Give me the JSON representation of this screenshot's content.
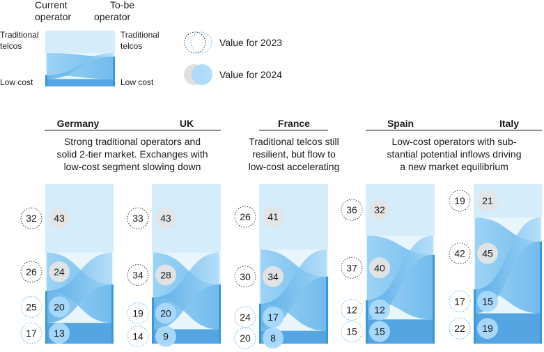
{
  "legend": {
    "current_operator": [
      "Current",
      "operator"
    ],
    "tobe_operator": [
      "To-be",
      "operator"
    ],
    "left_traditional": [
      "Traditional",
      "telcos"
    ],
    "right_traditional": [
      "Traditional",
      "telcos"
    ],
    "left_lowcost": "Low cost",
    "right_lowcost": "Low cost",
    "value_2023": "Value for 2023",
    "value_2024": "Value for 2024"
  },
  "groups": [
    {
      "header": [
        "Germany",
        "UK"
      ],
      "caption": [
        "Strong traditional operators and",
        "solid 2-tier market. Exchanges with",
        "low-cost segment slowing down"
      ]
    },
    {
      "header": [
        "France"
      ],
      "caption": [
        "Traditional telcos still",
        "resilient, but flow to",
        "low-cost accelerating"
      ]
    },
    {
      "header": [
        "Spain",
        "Italy"
      ],
      "caption": [
        "Low-cost operators with sub-",
        "stantial potential inflows driving",
        "a new market equilibrium"
      ]
    }
  ],
  "colors": {
    "light_blue": "#d6ecfb",
    "flow_blue": "#7ec3ef",
    "mid_blue": "#55aee9",
    "dark_blue": "#3a97dc",
    "circle_2024_blue": "#a9d9fa",
    "circle_2024_grey": "#e4e4e4",
    "circle_2023_stroke": "#333333"
  },
  "chart_data": {
    "type": "sankey",
    "description_unit": "share of subscriber flows (%)",
    "flow_order": [
      "traditional-to-traditional",
      "traditional-to-lowcost",
      "lowcost-to-traditional",
      "lowcost-to-lowcost"
    ],
    "markets": [
      {
        "name": "Germany",
        "values_2023": [
          32,
          26,
          25,
          17
        ],
        "values_2024": [
          43,
          24,
          20,
          13
        ]
      },
      {
        "name": "UK",
        "values_2023": [
          33,
          34,
          19,
          14
        ],
        "values_2024": [
          43,
          28,
          20,
          9
        ]
      },
      {
        "name": "France",
        "values_2023": [
          26,
          30,
          24,
          20
        ],
        "values_2024": [
          41,
          34,
          17,
          8
        ]
      },
      {
        "name": "Spain",
        "values_2023": [
          36,
          37,
          12,
          15
        ],
        "values_2024": [
          32,
          40,
          12,
          15
        ]
      },
      {
        "name": "Italy",
        "values_2023": [
          19,
          42,
          17,
          22
        ],
        "values_2024": [
          21,
          45,
          15,
          19
        ]
      }
    ]
  }
}
